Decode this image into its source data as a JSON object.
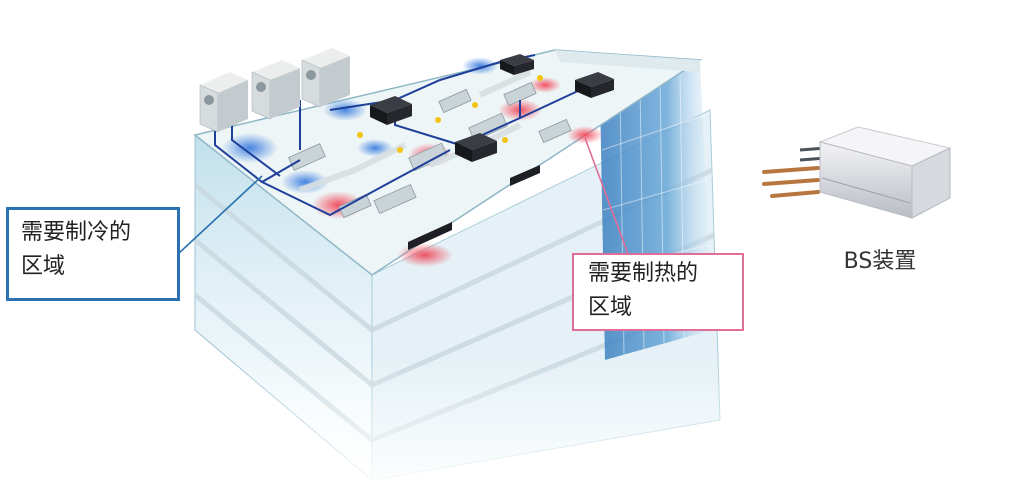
{
  "cooling_callout": {
    "line1": "需要制冷的",
    "line2": "区域"
  },
  "heating_callout": {
    "line1": "需要制热的",
    "line2": "区域"
  },
  "bs_unit": {
    "label": "BS装置"
  },
  "colors": {
    "cooling_zone": "#4f8de6",
    "heating_zone": "#f05a6a",
    "cool_border": "#2a72b2",
    "heat_border": "#df6f98",
    "pipe": "#1e3f9a",
    "glass": "#9fd0e6",
    "facade": "#3d82c2"
  },
  "icons": [
    "outdoor-unit-icon",
    "bs-unit-box-icon",
    "indoor-unit-icon",
    "copper-pipe-icon"
  ]
}
